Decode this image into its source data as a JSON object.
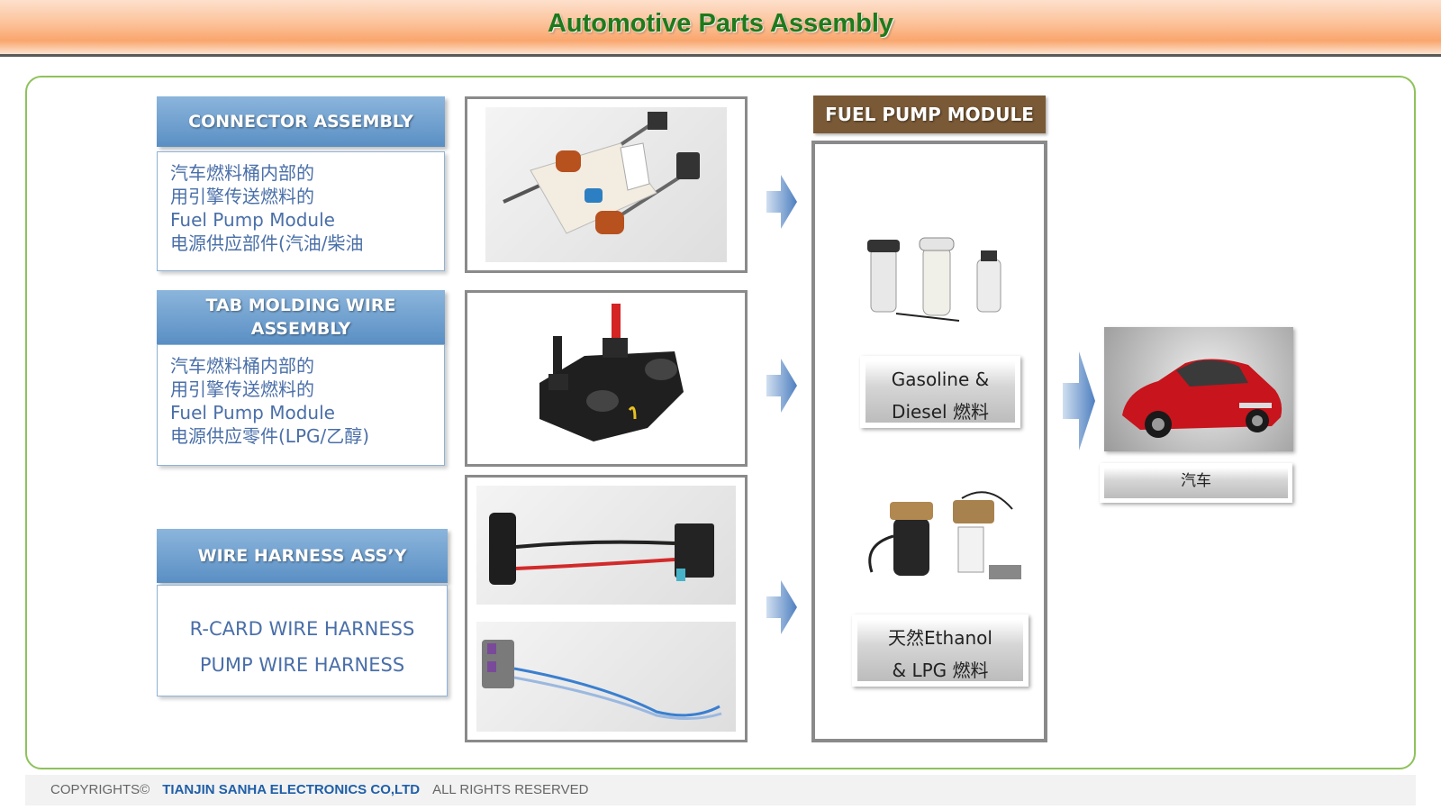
{
  "title": "Automotive Parts Assembly",
  "sections": [
    {
      "heading": "CONNECTOR ASSEMBLY",
      "lines": [
        "汽车燃料桶内部的",
        "用引擎传送燃料的",
        "Fuel Pump Module",
        "电源供应部件(汽油/柴油"
      ]
    },
    {
      "heading": "TAB MOLDING WIRE ASSEMBLY",
      "lines": [
        "汽车燃料桶内部的",
        "用引擎传送燃料的",
        "Fuel Pump Module",
        "电源供应零件(LPG/乙醇)"
      ]
    },
    {
      "heading": "WIRE HARNESS ASS’Y",
      "lines": [
        "R-CARD WIRE HARNESS",
        "PUMP WIRE HARNESS"
      ]
    }
  ],
  "fuel_pump_module": {
    "heading": "FUEL PUMP MODULE",
    "labels": [
      {
        "line1": "Gasoline &",
        "line2": "Diesel 燃料"
      },
      {
        "line1": "天然Ethanol",
        "line2": "& LPG 燃料"
      }
    ]
  },
  "car_label": "汽车",
  "footer": {
    "copyright": "COPYRIGHTS©",
    "company": "TIANJIN SANHA ELECTRONICS CO,LTD",
    "rights": "ALL RIGHTS RESERVED"
  },
  "colors": {
    "title_green": "#1e7a1c",
    "frame_green": "#8ec25a",
    "label_blue": "#5a8fc4",
    "text_blue": "#4a6fa8",
    "fpm_brown": "#7a5a36",
    "footer_blue": "#1f5fa8"
  }
}
